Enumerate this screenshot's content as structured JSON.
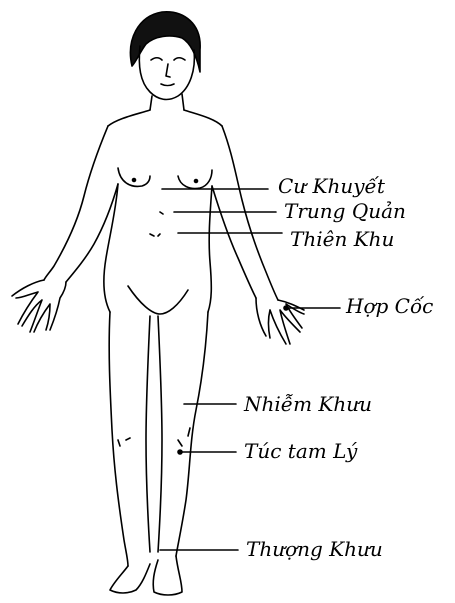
{
  "diagram": {
    "labels": {
      "cu_khuyet": "Cư Khuyết",
      "trung_quan": "Trung Quản",
      "thien_khu": "Thiên Khu",
      "hop_coc": "Hợp Cốc",
      "nhiem_khuu": "Nhiễm Khưu",
      "tuc_tam_ly": "Túc tam Lý",
      "thuong_khuu": "Thượng Khưu"
    },
    "colors": {
      "ink": "#000000",
      "paper": "#ffffff"
    }
  }
}
